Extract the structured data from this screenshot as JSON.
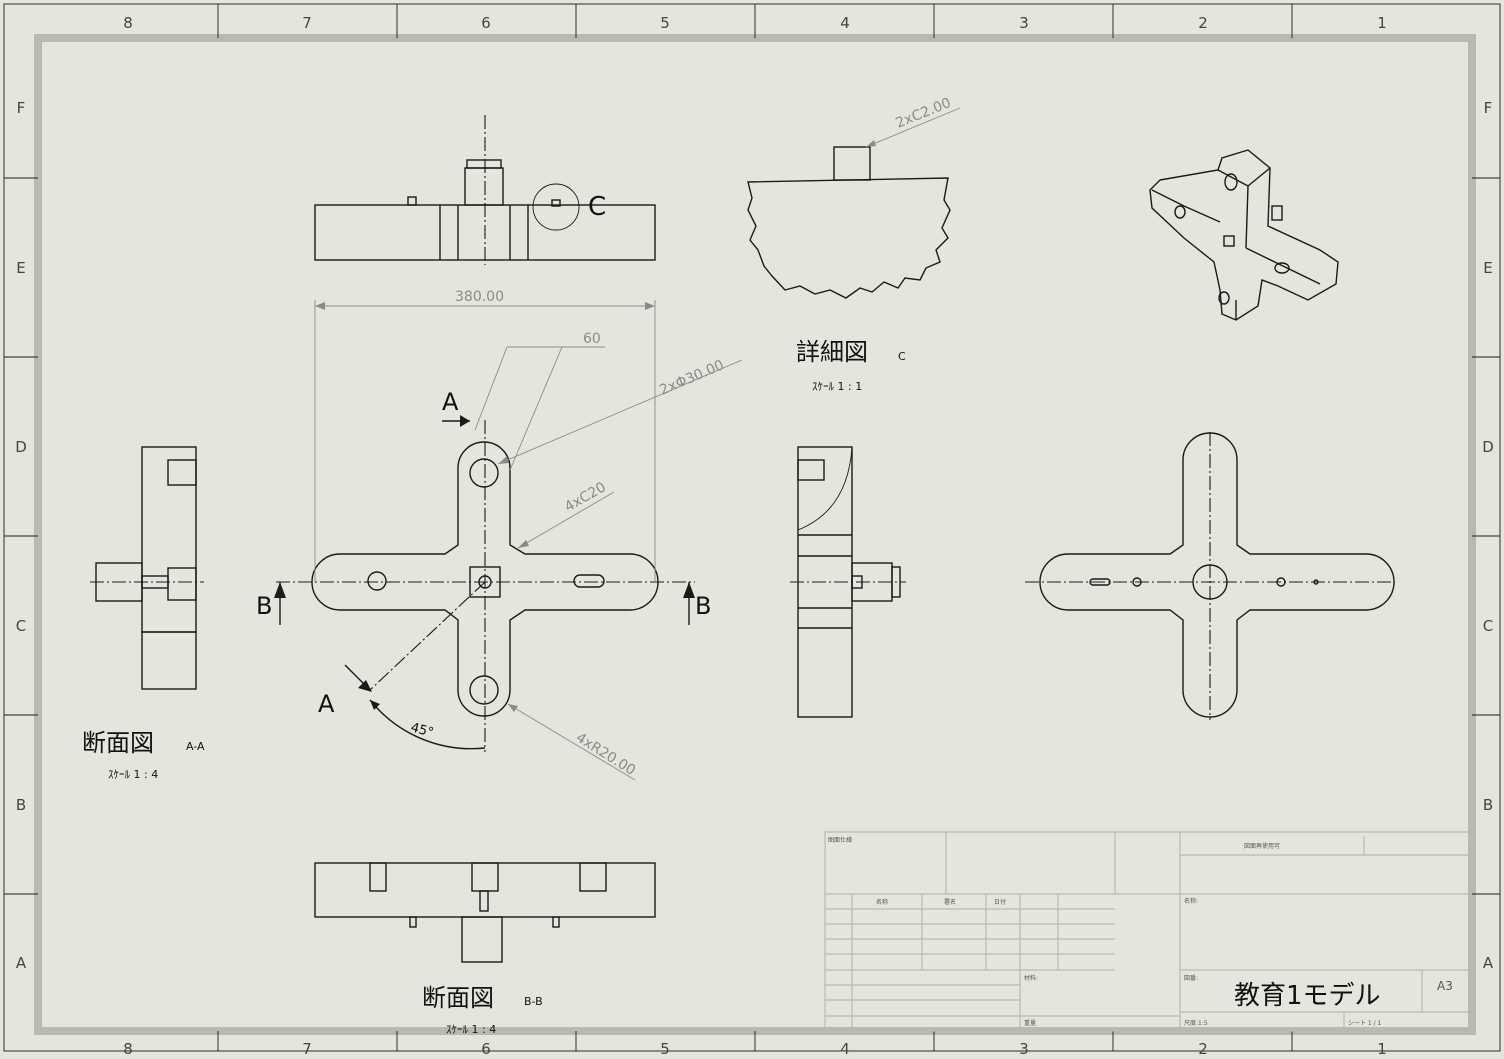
{
  "sheet": {
    "zones_columns": [
      "8",
      "7",
      "6",
      "5",
      "4",
      "3",
      "2",
      "1"
    ],
    "zones_rows": [
      "F",
      "E",
      "D",
      "C",
      "B",
      "A"
    ]
  },
  "views": {
    "detail_c": {
      "title": "詳細図",
      "letter": "C",
      "scale": "ｽｹｰﾙ 1 : 1"
    },
    "section_aa": {
      "title": "断面図",
      "letter": "A-A",
      "scale": "ｽｹｰﾙ 1 : 4"
    },
    "section_bb": {
      "title": "断面図",
      "letter": "B-B",
      "scale": "ｽｹｰﾙ 1 : 4"
    },
    "detail_callout": "C",
    "cut_a": "A",
    "cut_b": "B"
  },
  "dimensions": {
    "width": "380.00",
    "angle_span": "60",
    "holes": "2xΦ30.00",
    "chamfer_outer": "4xC20",
    "radius": "4xR20.00",
    "angle": "45°",
    "chamfer_pin": "2xC2.00"
  },
  "title_block": {
    "model_name": "教育1モデル",
    "sheet_size": "A3",
    "notes_head": "图面仕様",
    "approval_col1": "名称",
    "approval_col2": "署名",
    "approval_col3": "日付",
    "drawing_no_label": "図番:",
    "name_label": "名称:",
    "scale_label": "尺度:1:5",
    "sheet_label": "シート 1 / 1",
    "weight_label": "重量",
    "material_label": "材料:",
    "reuse_label": "図面再使用可"
  }
}
